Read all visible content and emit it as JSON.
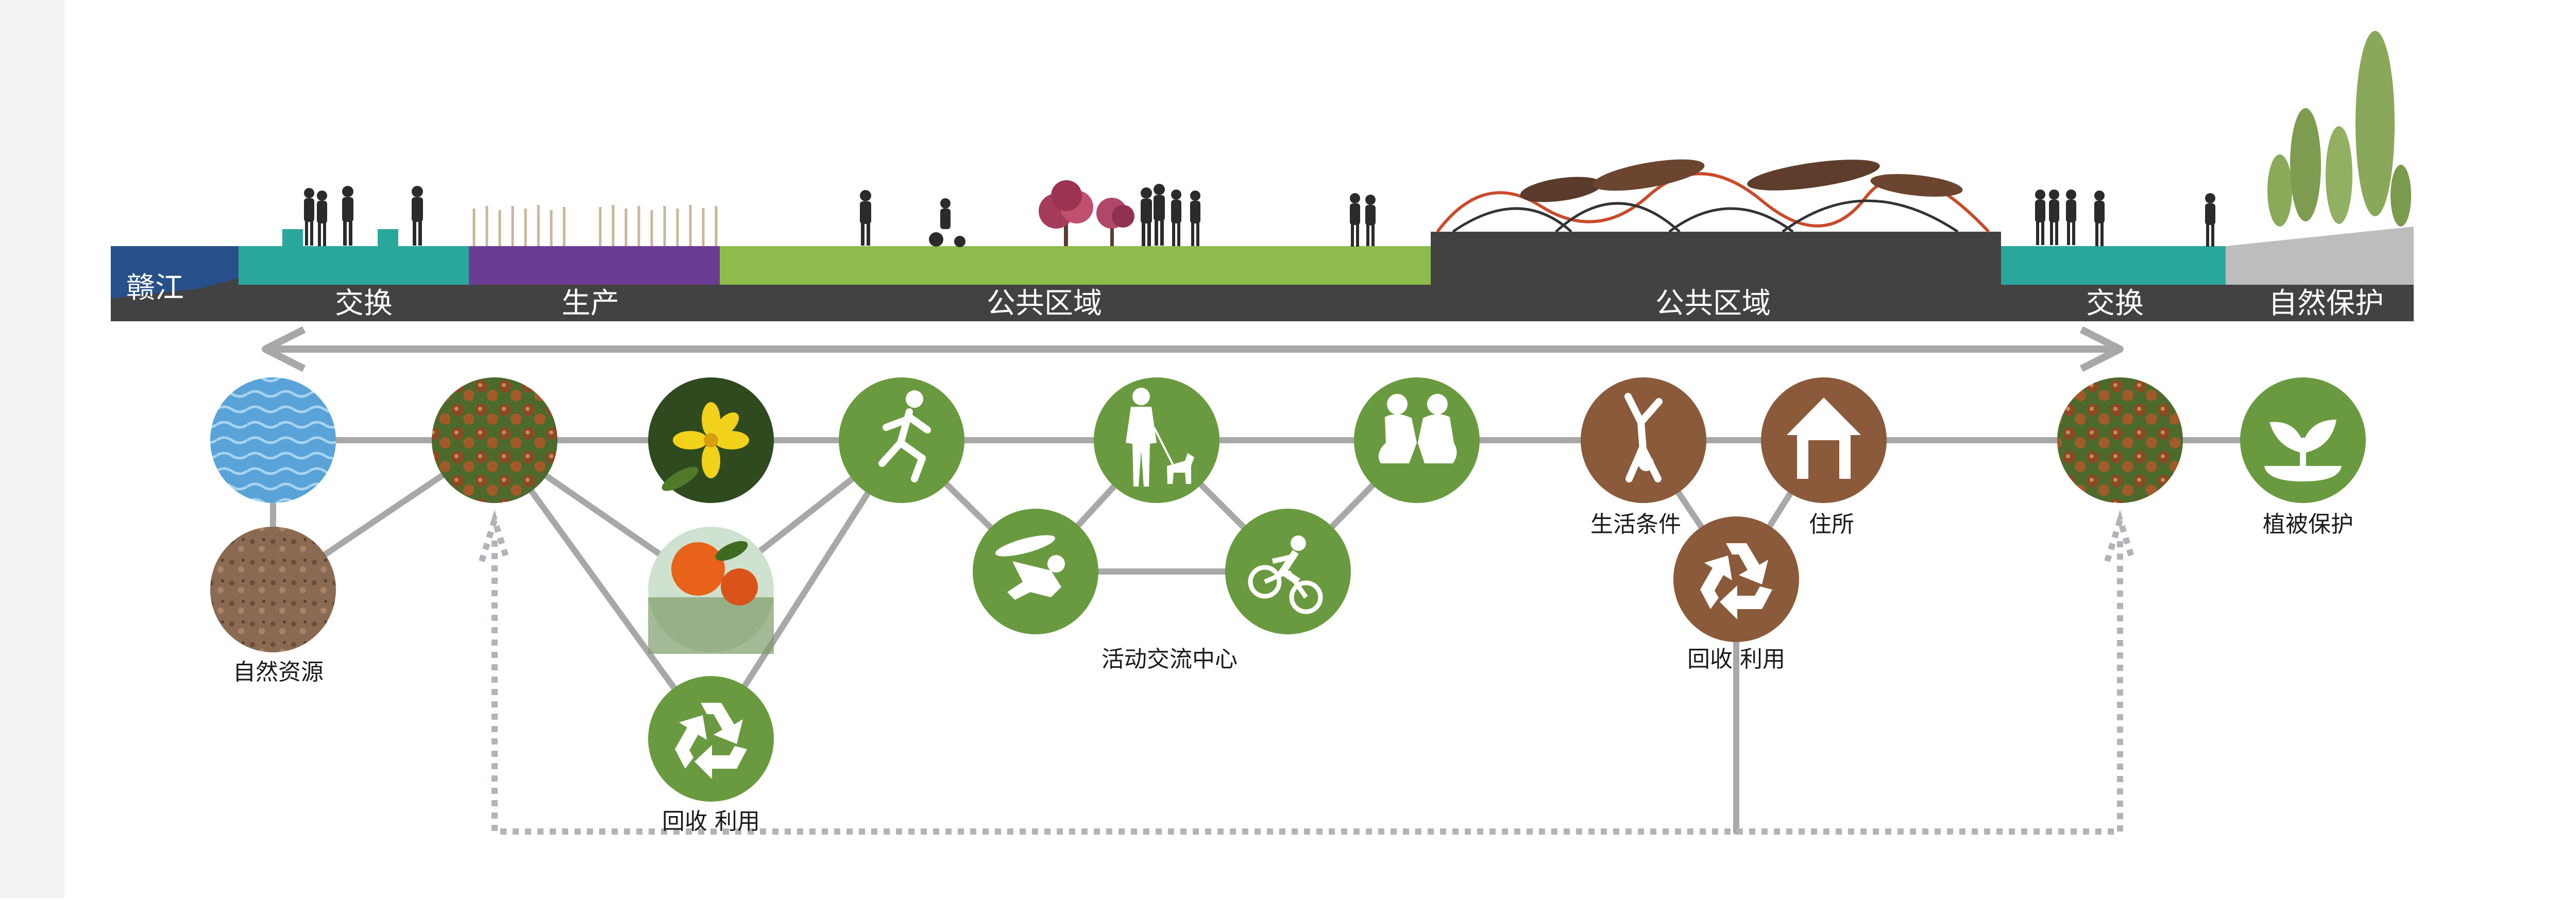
{
  "diagram": {
    "river_label": "赣江",
    "zones": [
      {
        "label": "交换",
        "color": "#2aa79b"
      },
      {
        "label": "生产",
        "color": "#6b3c93"
      },
      {
        "label": "公共区域",
        "color": "#8dbb4c"
      },
      {
        "label": "公共区域",
        "color": "#424242"
      },
      {
        "label": "交换",
        "color": "#2aa79b"
      },
      {
        "label": "自然保护",
        "color": "#bdbdbd"
      }
    ],
    "colors": {
      "river": "#27508a",
      "band": "#424242",
      "green_node": "#6a9a3f",
      "brown_node": "#8a5a3a",
      "connector": "#a8a8a8",
      "dotted_path": "#b0b4b8"
    },
    "node_labels": {
      "natural_resources": "自然资源",
      "recycle_left": "回收 利用",
      "activity_center": "活动交流中心",
      "living_conditions": "生活条件",
      "residence": "住所",
      "recycle_right": "回收 利用",
      "vegetation_protection": "植被保护"
    },
    "icons": {
      "water": "water-photo",
      "soil": "soil-photo",
      "seeds": "seed-pods-photo",
      "flower": "yellow-flower-photo",
      "fruit": "orange-fruit-photo",
      "recycle": "recycle-icon",
      "runner": "runner-icon",
      "dog_walker": "dog-walker-icon",
      "skateboarder": "skateboarder-icon",
      "cyclist": "bmx-cyclist-icon",
      "couple": "seated-couple-icon",
      "handstand": "handstand-icon",
      "house": "house-icon",
      "sprout": "sprout-icon"
    }
  }
}
